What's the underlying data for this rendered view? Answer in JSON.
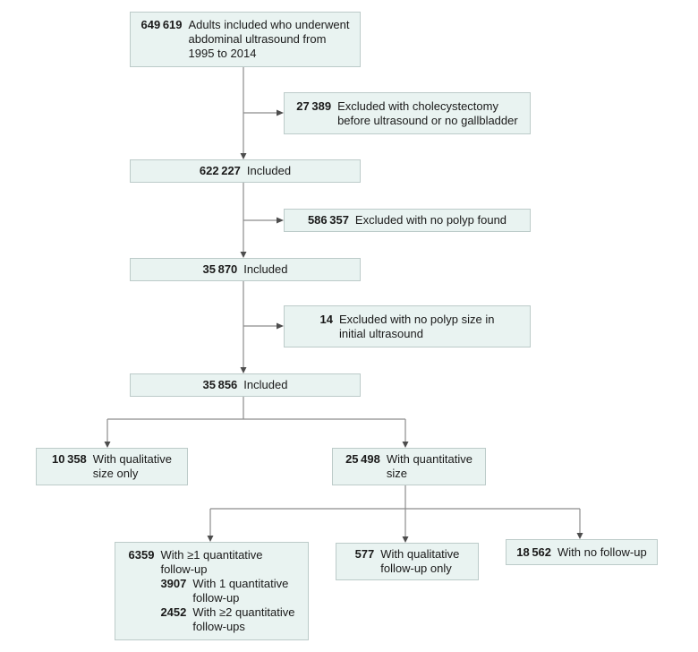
{
  "figure": {
    "type": "study-flow-diagram",
    "colors": {
      "box_fill": "#e9f3f1",
      "box_border": "#bccbc9",
      "arrow_line": "#8c8c8c",
      "arrow_head": "#4d4d4d",
      "text": "#1a1a1a",
      "background": "#ffffff"
    },
    "boxes": {
      "eligible_adults": {
        "number": "649 619",
        "lines": [
          "Adults included who underwent",
          "abdominal ultrasound from",
          "1995 to 2014"
        ]
      },
      "excluded_cholecystectomy": {
        "number": "27 389",
        "lines": [
          "Excluded with cholecystectomy",
          "before ultrasound or no gallbladder"
        ]
      },
      "included_622227": {
        "number": "622 227",
        "lines": [
          "Included"
        ]
      },
      "excluded_no_polyp": {
        "number": "586 357",
        "lines": [
          "Excluded with no polyp found"
        ]
      },
      "included_35870": {
        "number": "35 870",
        "lines": [
          "Included"
        ]
      },
      "excluded_no_polyp_size": {
        "number": "14",
        "lines": [
          "Excluded with no polyp size in",
          "initial ultrasound"
        ]
      },
      "included_35856": {
        "number": "35 856",
        "lines": [
          "Included"
        ]
      },
      "qualitative_size_only": {
        "number": "10 358",
        "lines": [
          "With qualitative",
          "size only"
        ]
      },
      "quantitative_size": {
        "number": "25 498",
        "lines": [
          "With quantitative",
          "size"
        ]
      },
      "quantitative_followup": {
        "number": "6359",
        "lines": [
          "With ≥1 quantitative",
          "follow-up"
        ],
        "sub": [
          {
            "number": "3907",
            "lines": [
              "With 1 quantitative",
              "follow-up"
            ]
          },
          {
            "number": "2452",
            "lines": [
              "With ≥2 quantitative",
              "follow-ups"
            ]
          }
        ]
      },
      "qualitative_followup_only": {
        "number": "577",
        "lines": [
          "With qualitative",
          "follow-up only"
        ]
      },
      "no_followup": {
        "number": "18 562",
        "lines": [
          "With no follow-up"
        ]
      }
    }
  }
}
